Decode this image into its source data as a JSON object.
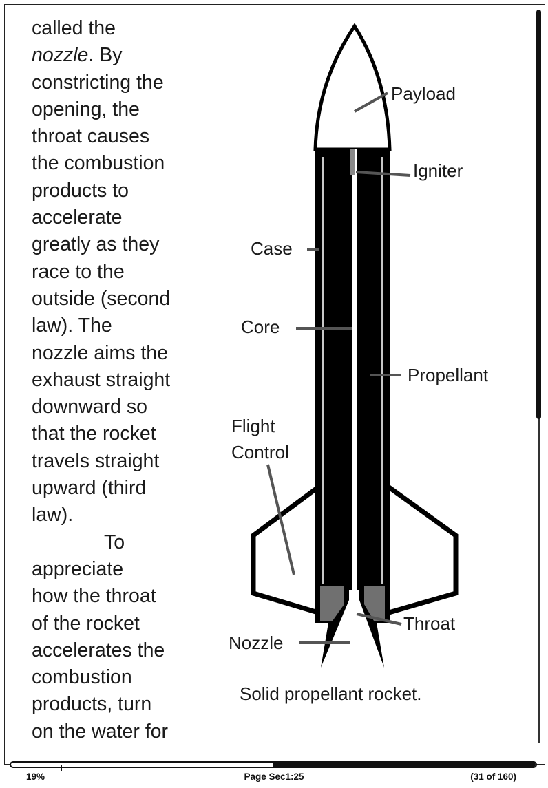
{
  "body_text": {
    "lines": [
      "called the",
      "nozzle.  By",
      "constricting the",
      "opening, the",
      "throat causes",
      "the combustion",
      "products to",
      "accelerate",
      "greatly as they",
      "race to the",
      "outside (second",
      "law).  The",
      "nozzle aims the",
      "exhaust straight",
      "downward so",
      "that the rocket",
      "travels straight",
      "upward (third",
      "law).",
      "To",
      "appreciate",
      "how the throat",
      "of the rocket",
      "accelerates the",
      "combustion",
      "products, turn",
      "on the water for"
    ],
    "nozzle_word": "nozzle",
    "nozzle_rest": ".  By"
  },
  "figure": {
    "caption": "Solid propellant rocket.",
    "labels": {
      "payload": "Payload",
      "igniter": "Igniter",
      "case": "Case",
      "core": "Core",
      "propellant": "Propellant",
      "flight_control_1": "Flight",
      "flight_control_2": "Control",
      "throat": "Throat",
      "nozzle": "Nozzle"
    }
  },
  "status": {
    "percent": "19%",
    "page": "Page Sec1:25",
    "count": "(31 of 160)"
  },
  "reading_progress": 0.19
}
